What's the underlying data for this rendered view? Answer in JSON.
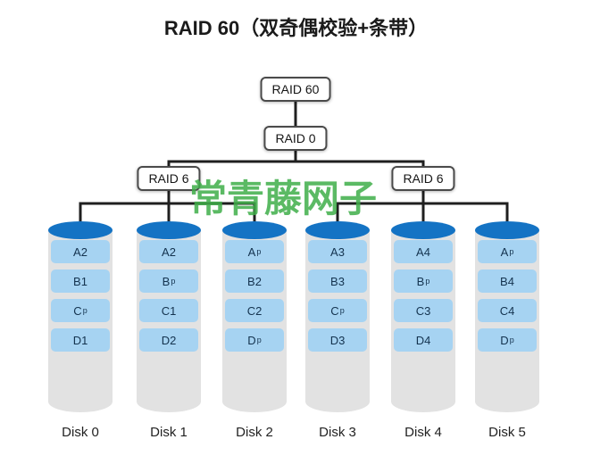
{
  "title": "RAID 60（双奇偶校验+条带）",
  "watermark": "常青藤网子",
  "tree": {
    "root": "RAID 60",
    "stripe": "RAID 0",
    "groups": [
      "RAID 6",
      "RAID 6"
    ]
  },
  "disks": [
    {
      "label": "Disk 0",
      "blocks": [
        "A2",
        "B1",
        "C_p",
        "D1"
      ]
    },
    {
      "label": "Disk 1",
      "blocks": [
        "A2",
        "B_p",
        "C1",
        "D2"
      ]
    },
    {
      "label": "Disk 2",
      "blocks": [
        "A_p",
        "B2",
        "C2",
        "D_p"
      ]
    },
    {
      "label": "Disk 3",
      "blocks": [
        "A3",
        "B3",
        "C_p",
        "D3"
      ]
    },
    {
      "label": "Disk 4",
      "blocks": [
        "A4",
        "B_p",
        "C3",
        "D4"
      ]
    },
    {
      "label": "Disk 5",
      "blocks": [
        "A_p",
        "B4",
        "C4",
        "D_p"
      ]
    }
  ],
  "colors": {
    "disk_top_blue": "#1473c4",
    "block_blue": "#a6d3f2",
    "block_text": "#14334f",
    "cylinder_gray": "#e2e2e2",
    "line_black": "#1f1f1f",
    "watermark_green": "#3fae49"
  }
}
